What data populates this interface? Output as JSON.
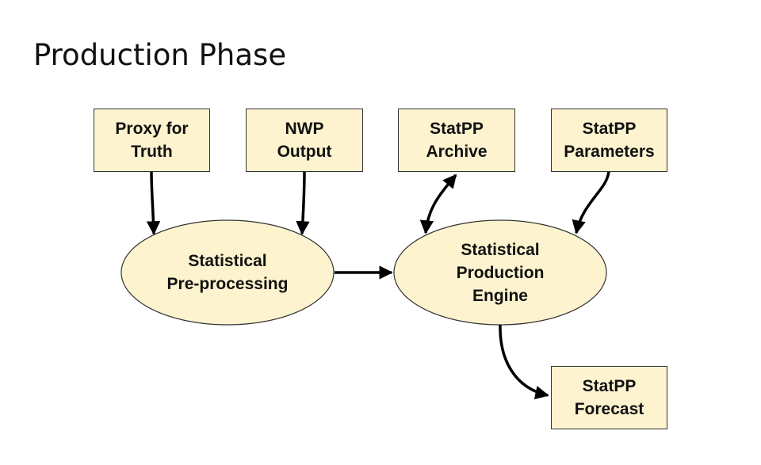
{
  "title": "Production Phase",
  "colors": {
    "node_fill": "#fdf3cf",
    "node_stroke": "#333333",
    "arrow": "#000000"
  },
  "nodes": {
    "proxy_for_truth": {
      "line1": "Proxy for",
      "line2": "Truth"
    },
    "nwp_output": {
      "line1": "NWP",
      "line2": "Output"
    },
    "statpp_archive": {
      "line1": "StatPP",
      "line2": "Archive"
    },
    "statpp_parameters": {
      "line1": "StatPP",
      "line2": "Parameters"
    },
    "statistical_preprocessing": {
      "line1": "Statistical",
      "line2": "Pre-processing"
    },
    "statistical_production_engine": {
      "line1": "Statistical",
      "line2": "Production",
      "line3": "Engine"
    },
    "statpp_forecast": {
      "line1": "StatPP",
      "line2": "Forecast"
    }
  }
}
